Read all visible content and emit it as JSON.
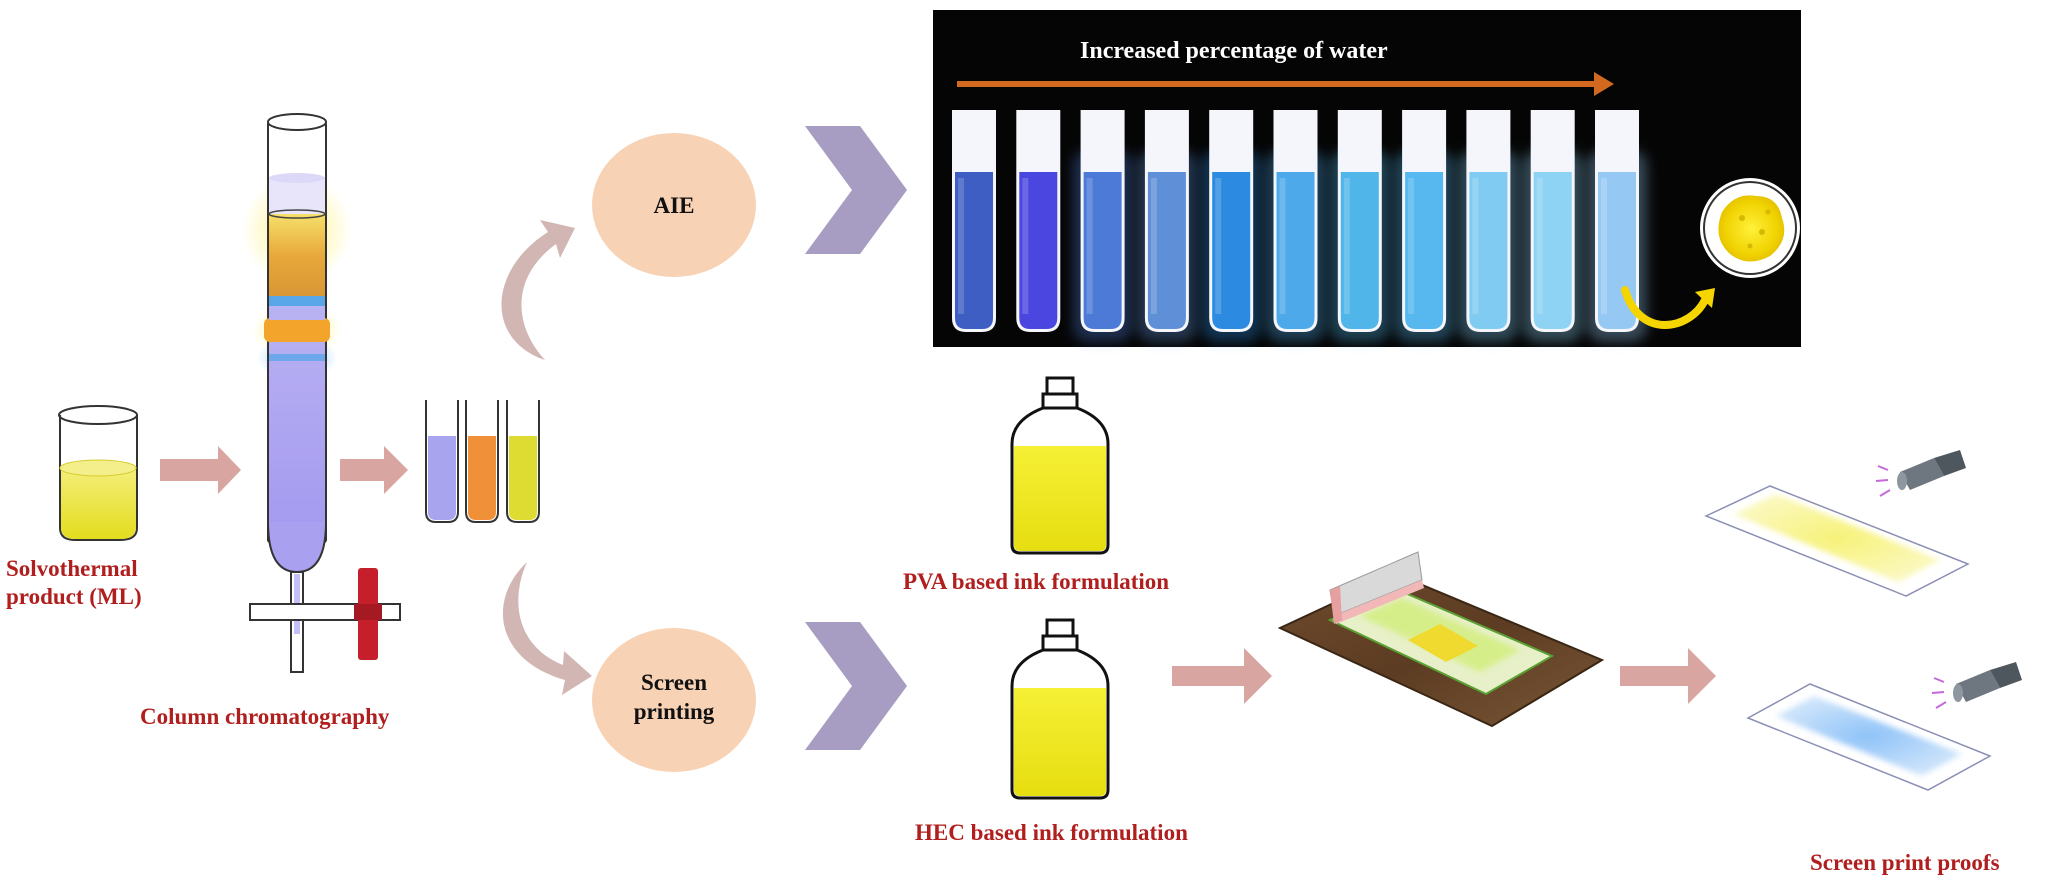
{
  "labels": {
    "solvothermal_line1": "Solvothermal",
    "solvothermal_line2": "product (ML)",
    "column_chromatography": "Column chromatography",
    "aie": "AIE",
    "screen_printing_line1": "Screen",
    "screen_printing_line2": "printing",
    "water_arrow": "Increased percentage of water",
    "pva_ink": "PVA based ink formulation",
    "hec_ink": "HEC based ink formulation",
    "screen_print_proofs": "Screen print proofs"
  },
  "colors": {
    "label_red": "#b01e1e",
    "flow_arrow": "#d9a5a1",
    "chevron": "#a79cc2",
    "bubble": "#f8d2b4",
    "aie_panel_bg": "#050505",
    "water_arrow": "#d2691e",
    "ink_yellow": "#f2ea1c",
    "bottle_outline": "#111111"
  },
  "aie_vials": {
    "count": 11,
    "liquid_colors": [
      "#3e5ec4",
      "#4b46e0",
      "#4d7ad6",
      "#5f8fd6",
      "#2c8be0",
      "#4ea9ea",
      "#50b6ea",
      "#56b8ee",
      "#7fcbf2",
      "#8ed3f4",
      "#96c8f4"
    ]
  },
  "fraction_tubes": {
    "colors": [
      "#a9a4ee",
      "#f0913a",
      "#dedc32"
    ]
  }
}
